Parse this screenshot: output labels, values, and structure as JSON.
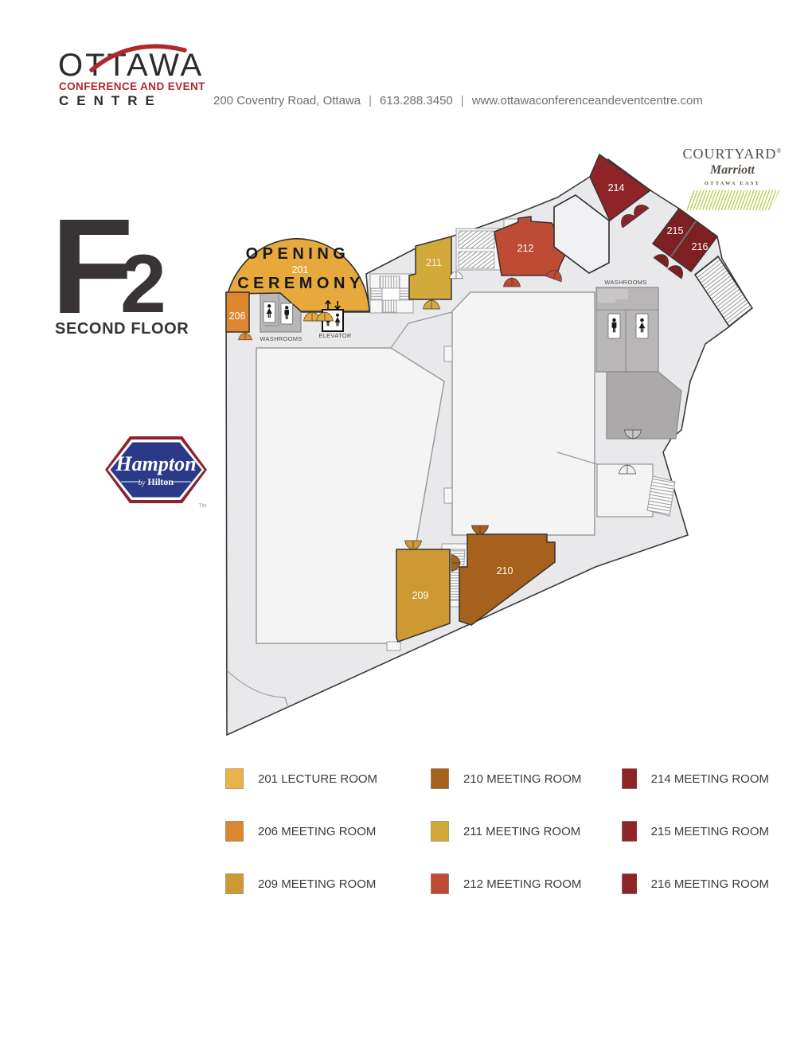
{
  "header": {
    "logo_word": "OTTAWA",
    "logo_sub": "CONFERENCE AND EVENT",
    "logo_centre": "CENTRE",
    "address": "200 Coventry Road, Ottawa",
    "phone": "613.288.3450",
    "website": "www.ottawaconferenceandeventcentre.com",
    "separator": "|"
  },
  "floor_badge": {
    "letter": "F",
    "number": "2",
    "label": "SECOND FLOOR"
  },
  "courtyard": {
    "name": "COURTYARD",
    "registered": "®",
    "brand": "Marriott",
    "location": "OTTAWA EAST",
    "stripe_color": "#B7CC51"
  },
  "hampton": {
    "name": "Hampton",
    "by_word": "by",
    "brand": "Hilton",
    "tm": "TM",
    "navy": "#2B3A88",
    "maroon": "#8B2332"
  },
  "map": {
    "opening_ceremony": {
      "line1": "OPENING",
      "line2": "CEREMONY",
      "room_number": "201"
    },
    "labels": {
      "washrooms_left": "WASHROOMS",
      "washrooms_right": "WASHROOMS",
      "elevator": "ELEVATOR"
    },
    "room_numbers": {
      "r206": "206",
      "r209": "209",
      "r210": "210",
      "r211": "211",
      "r212": "212",
      "r214": "214",
      "r215": "215",
      "r216": "216"
    },
    "room_colors": {
      "r201": "#E8A93C",
      "r206": "#DE862D",
      "r209": "#CE9933",
      "r210": "#A6611C",
      "r211": "#D3A93C",
      "r212": "#BE4B33",
      "r214": "#8E2428",
      "r215_216": "#7E2023"
    }
  },
  "legend": {
    "items": [
      {
        "label": "201 LECTURE ROOM",
        "color": "#E9B349"
      },
      {
        "label": "206 MEETING ROOM",
        "color": "#DE862D"
      },
      {
        "label": "209 MEETING ROOM",
        "color": "#CE9933"
      },
      {
        "label": "210 MEETING ROOM",
        "color": "#A6611C"
      },
      {
        "label": "211 MEETING ROOM",
        "color": "#D3A93C"
      },
      {
        "label": "212 MEETING ROOM",
        "color": "#BE4B33"
      },
      {
        "label": "214 MEETING ROOM",
        "color": "#8E2428"
      },
      {
        "label": "215 MEETING ROOM",
        "color": "#8E2428"
      },
      {
        "label": "216 MEETING ROOM",
        "color": "#8E2428"
      }
    ]
  }
}
